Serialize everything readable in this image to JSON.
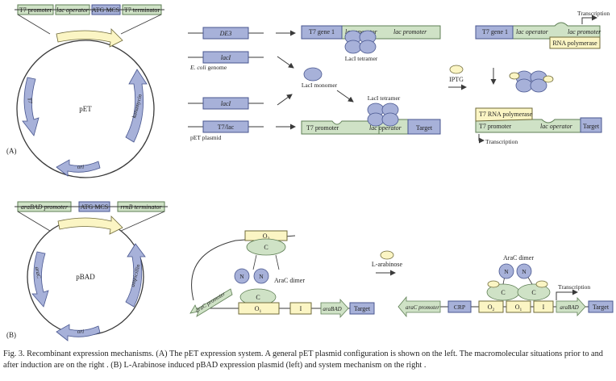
{
  "pet": {
    "bar_labels": [
      "T7 promoter",
      "lac operator",
      "ATG MCS",
      "T7 terminator"
    ],
    "plasmid_name": "pET",
    "arcs": [
      "T7",
      "kanamycin",
      "ori"
    ],
    "rows": [
      "DE3",
      "lacI",
      "lacI",
      "T7/lac"
    ],
    "genome_label_prefix": "E. coli",
    "genome_label_suffix": "genome",
    "plasmid_label": "pET plasmid",
    "laci_tetramer_top": "LacI tetramer",
    "laci_monomer": "LacI monomer",
    "laci_tetramer_bottom": "LacI tetramer",
    "top_gene1": "T7 gene 1",
    "top_lac_operator": "lac operator",
    "top_lac_promoter": "lac promoter",
    "bot_t7_promoter": "T7 promoter",
    "bot_lac_operator": "lac operator",
    "bot_target": "Target",
    "iptg": "IPTG",
    "right_top_label": "Transcription",
    "right_gene1": "T7 gene 1",
    "right_lac_operator": "lac operator",
    "right_lac_promoter": "lac promoter",
    "right_rnap": "RNA polymerase",
    "t7_rnap": "T7 RNA polymerase",
    "right_t7_promoter": "T7 promoter",
    "right_bot_lac_operator": "lac operator",
    "right_target": "Target",
    "right_bottom_label": "Transcription",
    "panel": "(A)"
  },
  "pbad": {
    "bar_labels": [
      "araBAD promoter",
      "ATG MCS",
      "rrnB terminator"
    ],
    "plasmid_name": "pBAD",
    "arcs": [
      "araC",
      "ampicillin",
      "ori"
    ],
    "o2": "O",
    "o2_sub": "2",
    "c": "C",
    "n": "N",
    "arac_dimer": "AraC dimer",
    "arac_promoter": "araC promoter",
    "o1": "O",
    "o1_sub": "1",
    "i": "I",
    "arabad": "araBAD",
    "target": "Target",
    "l_arabinose": "L-arabinose",
    "right_arac_dimer": "AraC dimer",
    "right_transcription": "Transcription",
    "right_arac_promoter": "araC promoter",
    "crp": "CRP",
    "right_o2": "O",
    "right_o2_sub": "2",
    "right_o1": "O",
    "right_o1_sub": "1",
    "right_i": "I",
    "right_arabad": "araBAD",
    "right_target": "Target",
    "panel": "(B)"
  },
  "caption": "Fig. 3.  Recombinant expression mechanisms. (A) The pET expression system. A general pET plasmid configuration is shown on the left. The macromolecular situations prior to and after induction are on the right . (B) L-Arabinose induced pBAD expression plasmid (left) and system mechanism on the right .",
  "colors": {
    "green": "#cfe2c6",
    "green_stroke": "#5f7f55",
    "blue": "#a7b1d9",
    "blue_stroke": "#48568f",
    "yellow": "#fbf5c4",
    "yellow_stroke": "#6f6a3a",
    "line": "#3a3a3a"
  }
}
